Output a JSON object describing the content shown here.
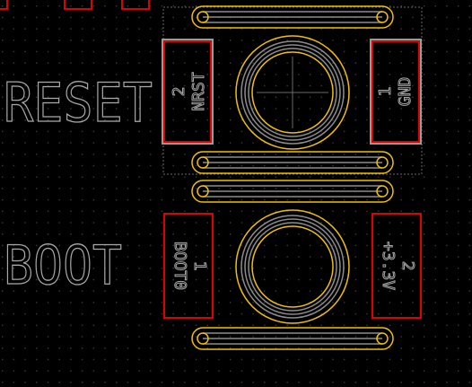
{
  "colors": {
    "background": "#000000",
    "grid_dot": "#3a3a3a",
    "silkscreen": "#a8a8a8",
    "pad_outline": "#e00000",
    "pad_selected": "#9a9a9a",
    "courtyard": "#f0c000",
    "track": "#8c8c8c",
    "selection_box": "#6a6a6a"
  },
  "labels": {
    "reset": "RESET",
    "boot": "BOOT"
  },
  "switch_reset": {
    "pad_left": {
      "number": "2",
      "net": "NRST"
    },
    "pad_right": {
      "number": "1",
      "net": "GND"
    }
  },
  "switch_boot": {
    "pad_left": {
      "number": "1",
      "net": "BOOT0"
    },
    "pad_right": {
      "number": "2",
      "net": "+3.3V"
    }
  },
  "icons": {
    "crosshair": "crosshair-icon"
  }
}
